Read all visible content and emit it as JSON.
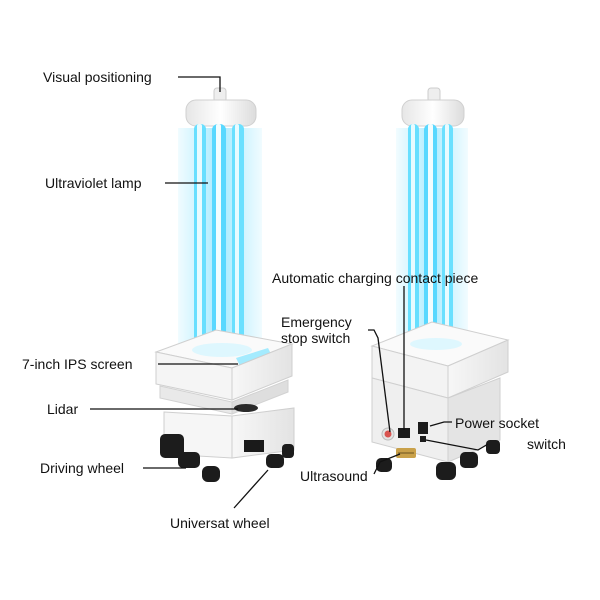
{
  "labels": {
    "visual_positioning": "Visual positioning",
    "ultraviolet_lamp": "Ultraviolet lamp",
    "ips_screen": "7-inch IPS screen",
    "lidar": "Lidar",
    "driving_wheel": "Driving wheel",
    "universal_wheel": "Universat wheel",
    "charging_contact": "Automatic charging contact piece",
    "emergency_stop_line1": "Emergency",
    "emergency_stop_line2": "stop switch",
    "power_socket": "Power socket",
    "switch": "switch",
    "ultrasound": "Ultrasound"
  },
  "colors": {
    "uv_glow": "#4fd6ff",
    "uv_core": "#e8fbff",
    "body": "#f4f4f4",
    "wheel": "#1c1c1c",
    "line": "#111111",
    "emergency_button": "#d9534f",
    "contact": "#c9a14a"
  }
}
